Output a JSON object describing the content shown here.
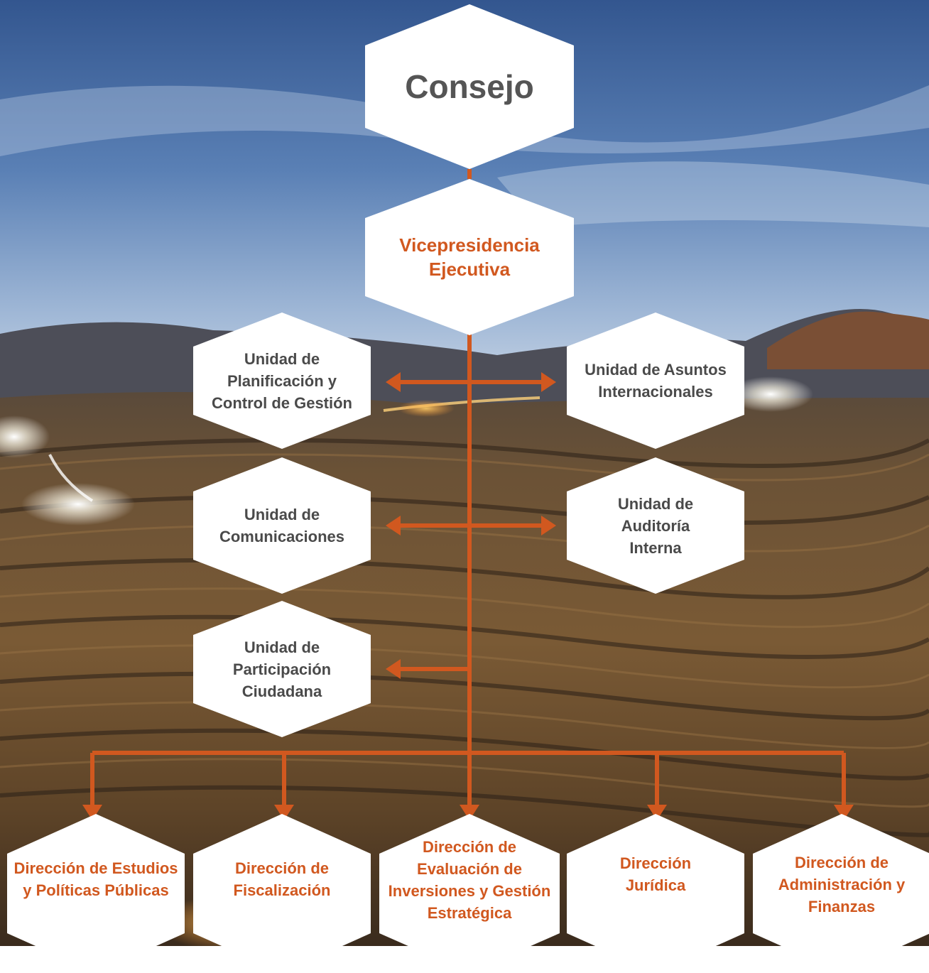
{
  "chart_data": {
    "type": "org-chart",
    "colors": {
      "accent": "#d1581f",
      "node": "#ffffff",
      "gray_text": "#4a4a4a"
    },
    "nodes": {
      "consejo": {
        "label": "Consejo"
      },
      "vicepresidencia": {
        "label": "Vicepresidencia Ejecutiva"
      },
      "planificacion": {
        "label": "Unidad de Planificación y Control de Gestión"
      },
      "asuntos": {
        "label": "Unidad de Asuntos Internacionales"
      },
      "comunicaciones": {
        "label": "Unidad de Comunicaciones"
      },
      "auditoria": {
        "label": "Unidad de Auditoría Interna"
      },
      "participacion": {
        "label": "Unidad de Participación Ciudadana"
      },
      "estudios": {
        "label": "Dirección de Estudios y Políticas Públicas"
      },
      "fiscalizacion": {
        "label": "Dirección de Fiscalización"
      },
      "evaluacion": {
        "label": "Dirección de Evaluación de Inversiones y Gestión Estratégica"
      },
      "juridica": {
        "label": "Dirección Jurídica"
      },
      "administracion": {
        "label": "Dirección de Administración y Finanzas"
      }
    },
    "edges": [
      [
        "consejo",
        "vicepresidencia"
      ],
      [
        "vicepresidencia",
        "planificacion"
      ],
      [
        "vicepresidencia",
        "asuntos"
      ],
      [
        "vicepresidencia",
        "comunicaciones"
      ],
      [
        "vicepresidencia",
        "auditoria"
      ],
      [
        "vicepresidencia",
        "participacion"
      ],
      [
        "vicepresidencia",
        "estudios"
      ],
      [
        "vicepresidencia",
        "fiscalizacion"
      ],
      [
        "vicepresidencia",
        "evaluacion"
      ],
      [
        "vicepresidencia",
        "juridica"
      ],
      [
        "vicepresidencia",
        "administracion"
      ]
    ]
  }
}
